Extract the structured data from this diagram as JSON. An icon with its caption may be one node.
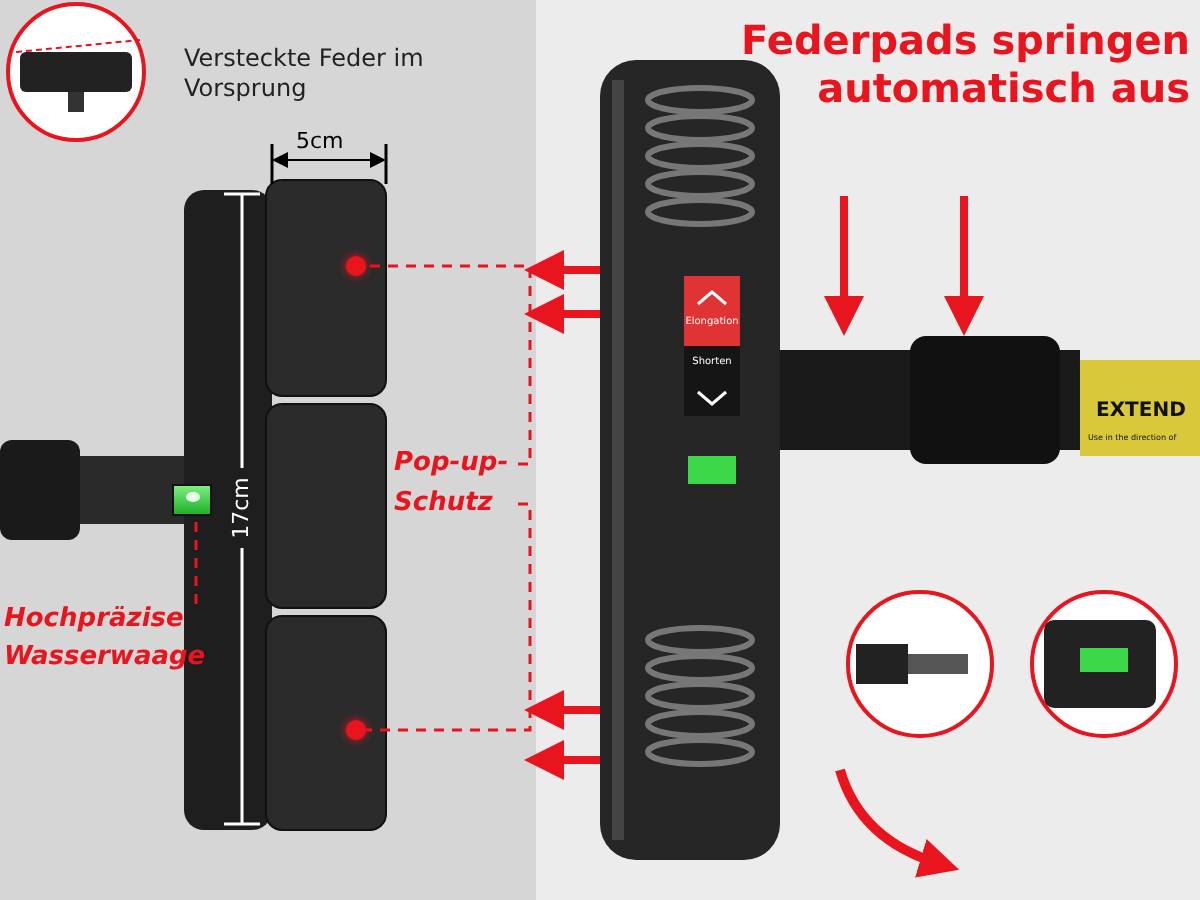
{
  "diagram": {
    "title": "Federpads springen automatisch aus",
    "nodes": [
      {
        "text": [
          "Pop-up-Schutz"
        ]
      },
      {
        "text": [],
        "shape": "circle"
      },
      {
        "text": [],
        "shape": "circle"
      },
      {
        "text": [
          "Hochpräzise Wasserwaage"
        ]
      },
      {
        "text": [],
        "shape": "picture"
      }
    ],
    "edges": [
      {
        "from": 0,
        "to": 1,
        "arrow": "none",
        "style": "dashed"
      },
      {
        "from": 0,
        "to": 2,
        "arrow": "none",
        "style": "dashed"
      },
      {
        "from": 3,
        "to": 4,
        "arrow": "none",
        "style": "dashed"
      }
    ],
    "labels": [
      "Versteckte Feder im Vorsprung",
      "5cm",
      "17cm",
      "Elongation",
      "Shorten",
      "EXTEND",
      "Use in the direction of"
    ]
  }
}
